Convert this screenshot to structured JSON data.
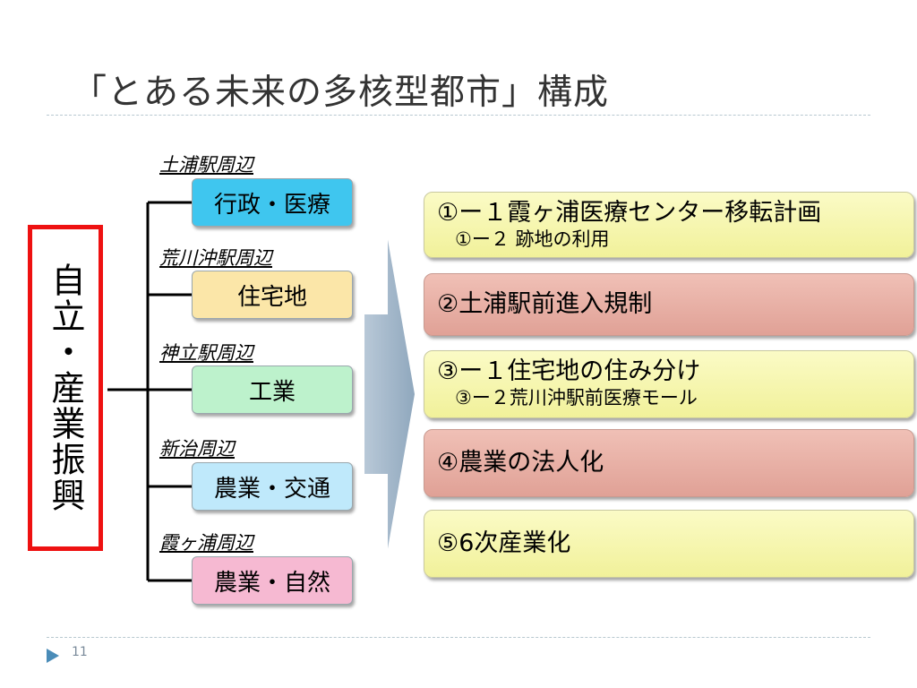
{
  "title": "「とある未来の多核型都市」構成",
  "left_box": {
    "text": "自立・産業振興"
  },
  "branches": [
    {
      "location": "土浦駅周辺",
      "label": "行政・医療",
      "color": "#3fc6ef"
    },
    {
      "location": "荒川沖駅周辺",
      "label": "住宅地",
      "color": "#fbe6a8"
    },
    {
      "location": "神立駅周辺",
      "label": "工業",
      "color": "#bdf2cc"
    },
    {
      "location": "新治周辺",
      "label": "農業・交通",
      "color": "#bfe9fb"
    },
    {
      "location": "霞ヶ浦周辺",
      "label": "農業・自然",
      "color": "#f6b9d2"
    }
  ],
  "plans": [
    {
      "main": "①ー１霞ヶ浦医療センター移転計画",
      "sub": "①ー２ 跡地の利用",
      "color": "yellow"
    },
    {
      "main": "②土浦駅前進入規制",
      "sub": "",
      "color": "pink"
    },
    {
      "main": "③ー１住宅地の住み分け",
      "sub": "③ー２荒川沖駅前医療モール",
      "color": "yellow"
    },
    {
      "main": "④農業の法人化",
      "sub": "",
      "color": "pink"
    },
    {
      "main": "⑤6次産業化",
      "sub": "",
      "color": "yellow"
    }
  ],
  "footer": {
    "page_number": "11"
  },
  "colors": {
    "accent_red": "#ee1111",
    "arrow": "#9fb4c8",
    "footer_triangle": "#4a8cb8"
  }
}
